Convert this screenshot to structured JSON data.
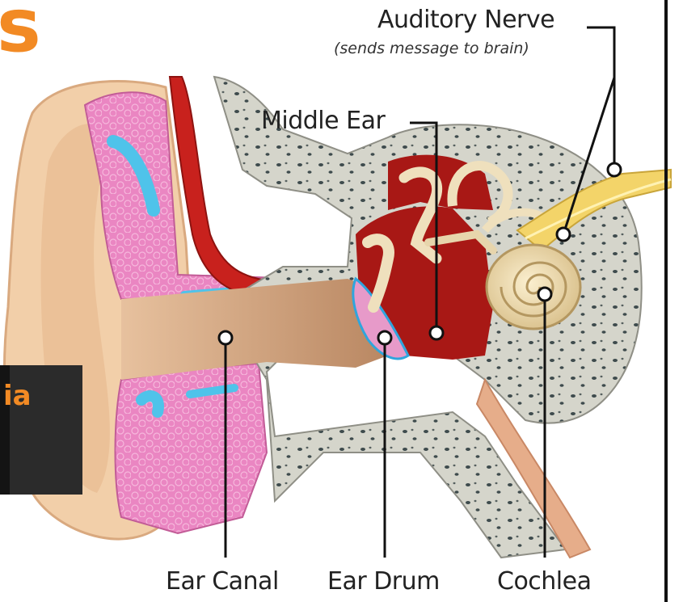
{
  "fragments": {
    "top_left_letter": "s",
    "side_banner_letters": "ia"
  },
  "labels": {
    "auditory_nerve": "Auditory Nerve",
    "auditory_nerve_note": "(sends message to brain)",
    "middle_ear": "Middle Ear",
    "ear_canal": "Ear Canal",
    "ear_drum": "Ear Drum",
    "cochlea": "Cochlea"
  },
  "colors": {
    "accent_orange": "#f28a24",
    "skin": "#f0cba4",
    "tissue_pink": "#e97bbd",
    "bone_gray": "#cfcfc5",
    "blood_red": "#c8211d",
    "nerve_yellow": "#f3d469",
    "leader_line": "#111111"
  }
}
